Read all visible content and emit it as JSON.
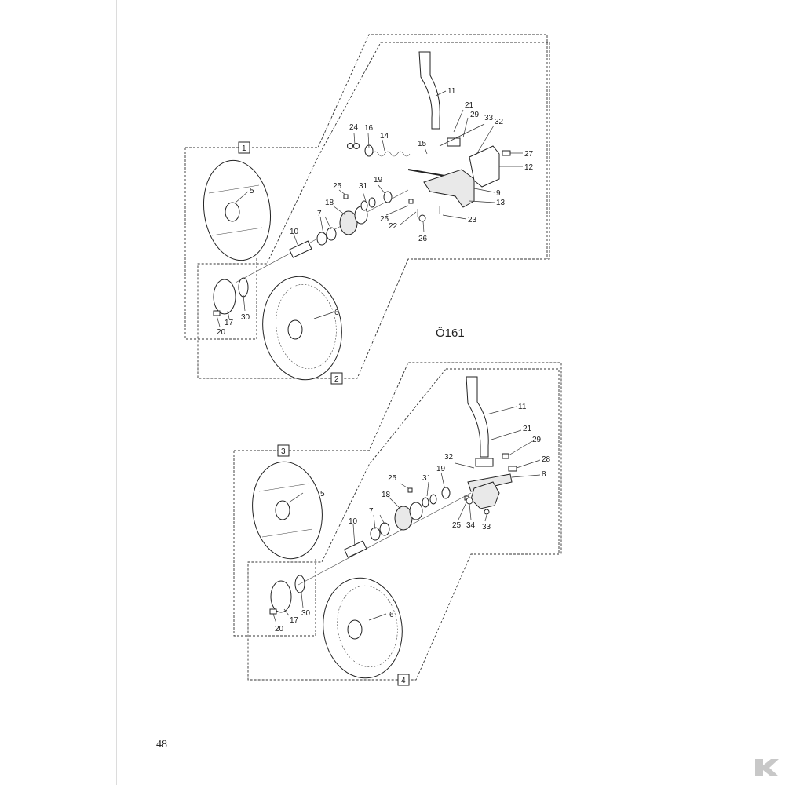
{
  "figure_code": "Ö161",
  "page_number": "48",
  "assemblies": [
    {
      "boxes": [
        "1",
        "2"
      ],
      "labels": [
        "11",
        "21",
        "29",
        "33",
        "32",
        "24",
        "16",
        "14",
        "15",
        "27",
        "12",
        "25",
        "31",
        "19",
        "9",
        "13",
        "5",
        "18",
        "25",
        "22",
        "23",
        "26",
        "7",
        "10",
        "17",
        "30",
        "20",
        "6"
      ]
    },
    {
      "boxes": [
        "3",
        "4"
      ],
      "labels": [
        "11",
        "21",
        "29",
        "28",
        "32",
        "8",
        "25",
        "31",
        "19",
        "5",
        "18",
        "25",
        "34",
        "33",
        "7",
        "10",
        "30",
        "17",
        "20",
        "6"
      ]
    }
  ],
  "logo": {
    "icon": "k-brand-logo-icon",
    "color": "#c8c8c8"
  }
}
